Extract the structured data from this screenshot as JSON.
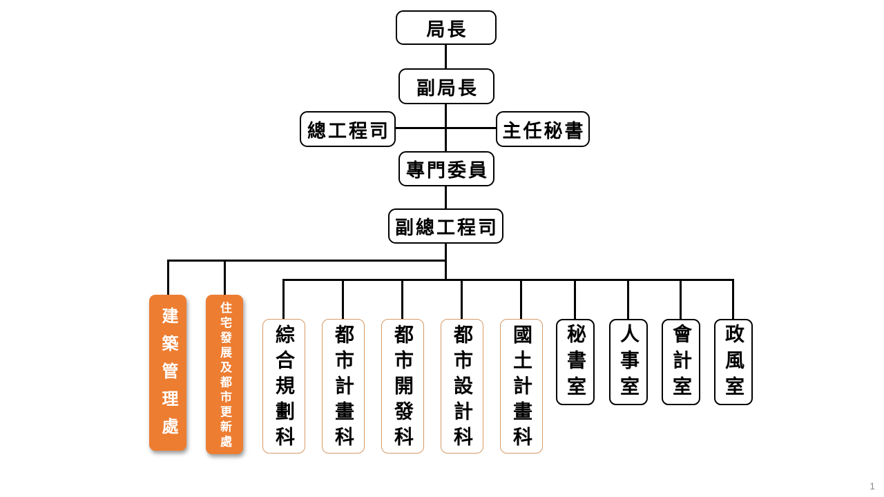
{
  "page": {
    "number_label": "1",
    "background_color": "#FFFFFF"
  },
  "colors": {
    "connector_line": "#000000",
    "accent_orange_fill": "#ED7D31",
    "orange_box_text": "#FFFFFF",
    "division_border_orange": "#D59A66",
    "office_border_black": "#000000",
    "node_text": "#000000",
    "page_number_gray": "#8A8A8A"
  },
  "org_chart": {
    "type": "organization-chart",
    "nodes": [
      {
        "id": "director",
        "label": "局長",
        "parent": null,
        "variant": "white-box-horizontal"
      },
      {
        "id": "deputy-director",
        "label": "副局長",
        "parent": "director",
        "variant": "white-box-horizontal"
      },
      {
        "id": "chief-engineer",
        "label": "總工程司",
        "parent": "deputy-director",
        "variant": "white-box-horizontal",
        "side": "left"
      },
      {
        "id": "chief-secretary",
        "label": "主任秘書",
        "parent": "deputy-director",
        "variant": "white-box-horizontal",
        "side": "right"
      },
      {
        "id": "specialist-commissioner",
        "label": "專門委員",
        "parent": "deputy-director",
        "variant": "white-box-horizontal"
      },
      {
        "id": "deputy-chief-engineer",
        "label": "副總工程司",
        "parent": "specialist-commissioner",
        "variant": "white-box-horizontal"
      },
      {
        "id": "building-management-office",
        "label": "建築管理處",
        "parent": "deputy-chief-engineer",
        "variant": "orange-filled-vertical"
      },
      {
        "id": "housing-development-urban-renewal-office",
        "label": "住宅發展及都市更新處",
        "parent": "deputy-chief-engineer",
        "variant": "orange-filled-vertical-small"
      },
      {
        "id": "comprehensive-planning-division",
        "label": "綜合規劃科",
        "parent": "deputy-chief-engineer",
        "variant": "orange-outline-vertical"
      },
      {
        "id": "urban-planning-division",
        "label": "都市計畫科",
        "parent": "deputy-chief-engineer",
        "variant": "orange-outline-vertical"
      },
      {
        "id": "urban-development-division",
        "label": "都市開發科",
        "parent": "deputy-chief-engineer",
        "variant": "orange-outline-vertical"
      },
      {
        "id": "urban-design-division",
        "label": "都市設計科",
        "parent": "deputy-chief-engineer",
        "variant": "orange-outline-vertical"
      },
      {
        "id": "national-land-planning-division",
        "label": "國土計畫科",
        "parent": "deputy-chief-engineer",
        "variant": "orange-outline-vertical"
      },
      {
        "id": "secretariat-office",
        "label": "秘書室",
        "parent": "deputy-chief-engineer",
        "variant": "black-outline-vertical"
      },
      {
        "id": "personnel-office",
        "label": "人事室",
        "parent": "deputy-chief-engineer",
        "variant": "black-outline-vertical"
      },
      {
        "id": "accounting-office",
        "label": "會計室",
        "parent": "deputy-chief-engineer",
        "variant": "black-outline-vertical"
      },
      {
        "id": "civil-service-ethics-office",
        "label": "政風室",
        "parent": "deputy-chief-engineer",
        "variant": "black-outline-vertical"
      }
    ]
  }
}
